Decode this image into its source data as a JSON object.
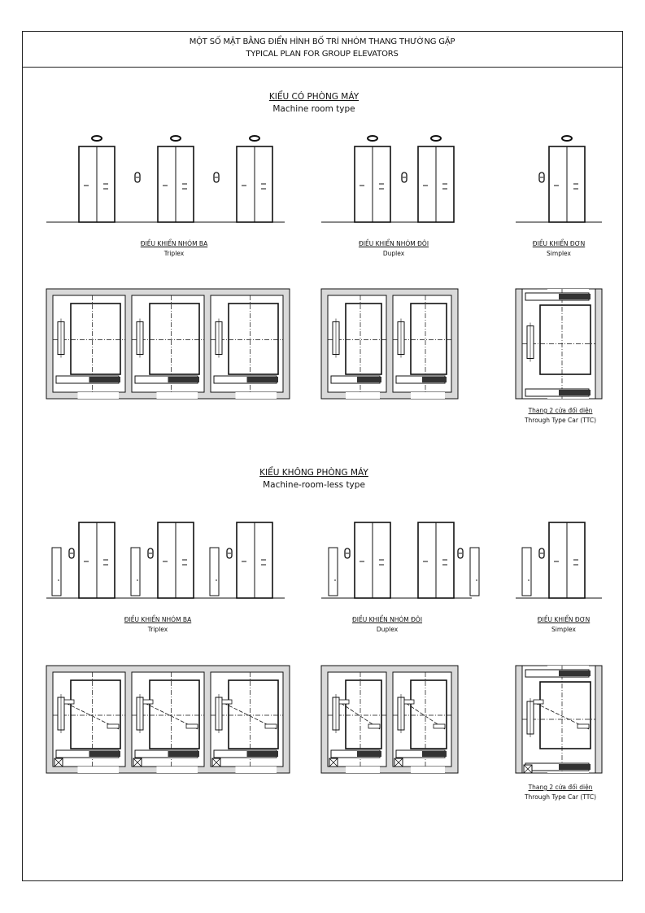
{
  "header": {
    "title_vi": "MỘT SỐ MẶT BẰNG ĐIỂN HÌNH BỐ TRÍ NHÓM THANG THƯỜNG GẶP",
    "title_en": "TYPICAL PLAN FOR GROUP ELEVATORS"
  },
  "sections": [
    {
      "title_vi": "KIỂU CÓ PHÒNG MÁY",
      "title_en": "Machine room type",
      "groups": [
        {
          "label_vi": "ĐIỀU KHIỂN NHÓM BA",
          "label_en": "Triplex",
          "cars": 3
        },
        {
          "label_vi": "ĐIỀU KHIỂN NHÓM ĐÔI",
          "label_en": "Duplex",
          "cars": 2
        },
        {
          "label_vi": "ĐIỀU KHIỂN ĐƠN",
          "label_en": "Simplex",
          "cars": 1
        }
      ],
      "ttc": {
        "label_vi": "Thang 2 cửa đối diện",
        "label_en": "Through Type Car (TTC)"
      }
    },
    {
      "title_vi": "KIỂU KHÔNG PHÒNG MÁY",
      "title_en": "Machine-room-less type",
      "groups": [
        {
          "label_vi": "ĐIỀU KHIỂN NHÓM BA",
          "label_en": "Triplex",
          "cars": 3
        },
        {
          "label_vi": "ĐIỀU KHIỂN NHÓM ĐÔI",
          "label_en": "Duplex",
          "cars": 2
        },
        {
          "label_vi": "ĐIỀU KHIỂN ĐƠN",
          "label_en": "Simplex",
          "cars": 1
        }
      ],
      "ttc": {
        "label_vi": "Thang 2 cửa đối diện",
        "label_en": "Through Type Car (TTC)"
      }
    }
  ],
  "colors": {
    "line": "#111111",
    "wall": "#d9d9d9"
  }
}
